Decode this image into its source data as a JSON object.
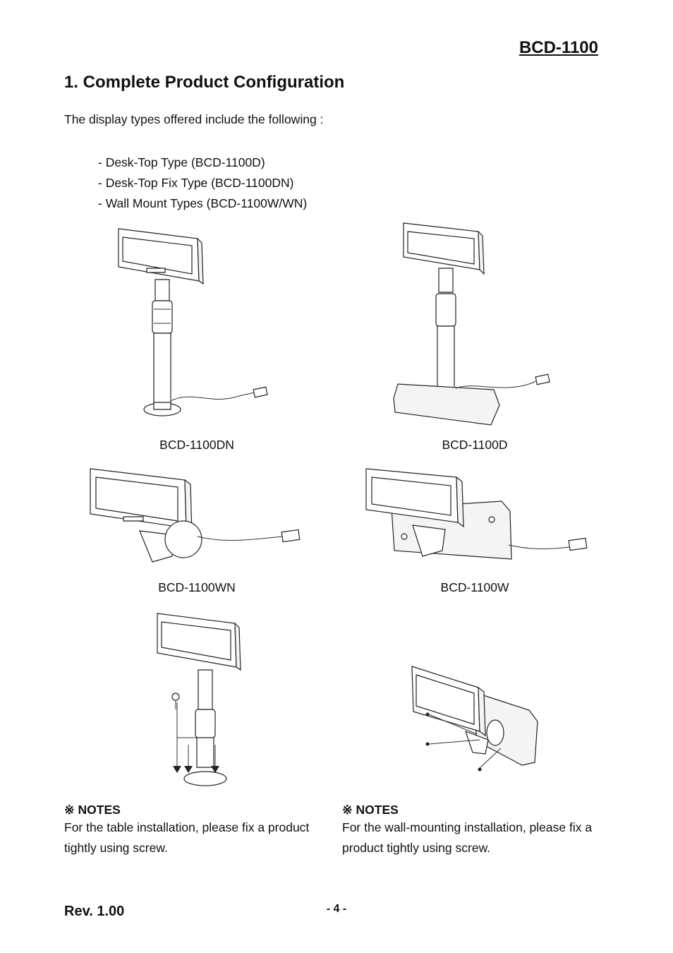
{
  "header": {
    "model": "BCD-1100"
  },
  "section": {
    "title": "1. Complete Product Configuration",
    "intro": "The display types offered include the following :",
    "types": [
      "- Desk-Top Type (BCD-1100D)",
      "- Desk-Top Fix Type (BCD-1100DN)",
      "- Wall Mount Types (BCD-1100W/WN)"
    ]
  },
  "figures": {
    "dn_caption": "BCD-1100DN",
    "d_caption": "BCD-1100D",
    "wn_caption": "BCD-1100WN",
    "w_caption": "BCD-1100W"
  },
  "notes": {
    "left_heading": "※ NOTES",
    "left_text": "For the table installation, please fix a product tightly using screw.",
    "right_heading": "※ NOTES",
    "right_text": "For the wall-mounting installation, please fix a product tightly using screw."
  },
  "footer": {
    "revision": "Rev. 1.00",
    "page": "- 4 -"
  }
}
